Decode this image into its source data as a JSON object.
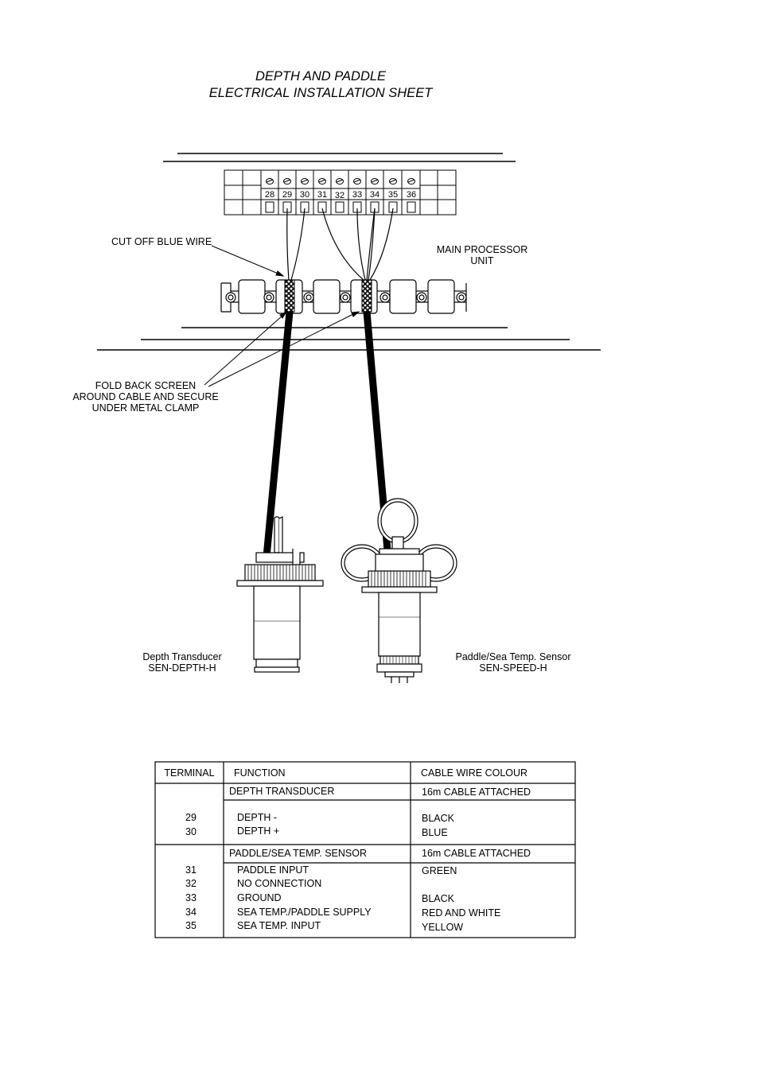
{
  "title": {
    "line1": "DEPTH AND PADDLE",
    "line2": "ELECTRICAL INSTALLATION SHEET"
  },
  "terminal_strip": {
    "numbers": [
      "28",
      "29",
      "30",
      "31",
      "32",
      "33",
      "34",
      "35",
      "36"
    ]
  },
  "labels": {
    "cut_off": "CUT OFF BLUE WIRE",
    "main_processor_1": "MAIN PROCESSOR",
    "main_processor_2": "UNIT",
    "fold_back_1": "FOLD BACK SCREEN",
    "fold_back_2": "AROUND CABLE AND SECURE",
    "fold_back_3": "UNDER METAL CLAMP",
    "depth_name": "Depth Transducer",
    "depth_code": "SEN-DEPTH-H",
    "paddle_name": "Paddle/Sea Temp. Sensor",
    "paddle_code": "SEN-SPEED-H"
  },
  "table": {
    "headers": {
      "terminal": "TERMINAL",
      "function": "FUNCTION",
      "colour": "CABLE WIRE COLOUR"
    },
    "groups": [
      {
        "function_heading": "DEPTH TRANSDUCER",
        "colour_heading": "16m CABLE ATTACHED",
        "rows": [
          {
            "terminal": "29",
            "function": "DEPTH -",
            "colour": "BLACK"
          },
          {
            "terminal": "30",
            "function": "DEPTH +",
            "colour": "BLUE"
          }
        ]
      },
      {
        "function_heading": "PADDLE/SEA TEMP. SENSOR",
        "colour_heading": "16m CABLE ATTACHED",
        "rows": [
          {
            "terminal": "31",
            "function": "PADDLE INPUT",
            "colour": "GREEN"
          },
          {
            "terminal": "32",
            "function": "NO CONNECTION",
            "colour": ""
          },
          {
            "terminal": "33",
            "function": "GROUND",
            "colour": "BLACK"
          },
          {
            "terminal": "34",
            "function": "SEA TEMP./PADDLE SUPPLY",
            "colour": "RED AND WHITE"
          },
          {
            "terminal": "35",
            "function": "SEA TEMP. INPUT",
            "colour": "YELLOW"
          }
        ]
      }
    ]
  }
}
